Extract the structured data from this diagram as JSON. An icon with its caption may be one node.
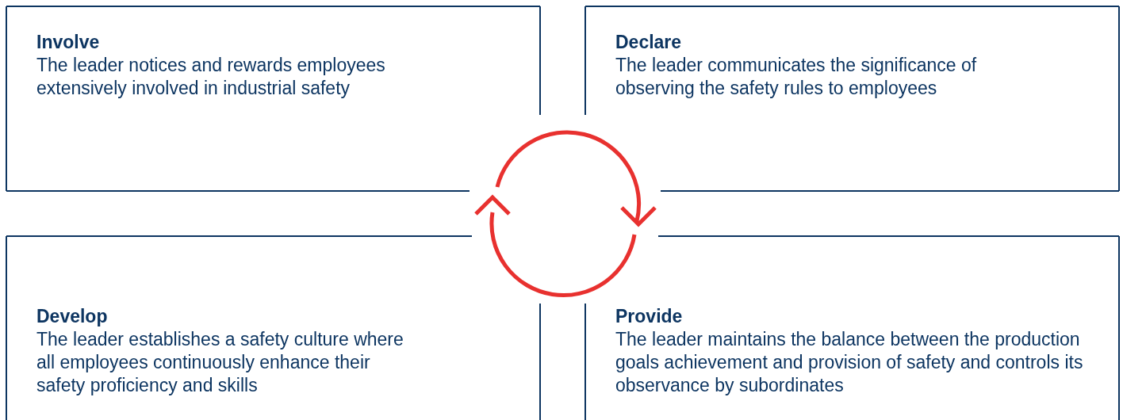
{
  "diagram": {
    "nodes": [
      {
        "text": [
          "Involve",
          "The leader notices and rewards employees extensively involved in industrial safety"
        ]
      },
      {
        "text": [
          "Declare",
          "The leader communicates the significance of observing the safety rules to employees"
        ]
      },
      {
        "text": [
          "Develop",
          "The leader establishes a safety culture where all employees continuously enhance their safety proficiency and skills"
        ]
      },
      {
        "text": [
          "Provide",
          "The leader maintains the balance between the production goals achievement and provision of safety and controls its observance by subordinates"
        ]
      }
    ],
    "edges": []
  }
}
